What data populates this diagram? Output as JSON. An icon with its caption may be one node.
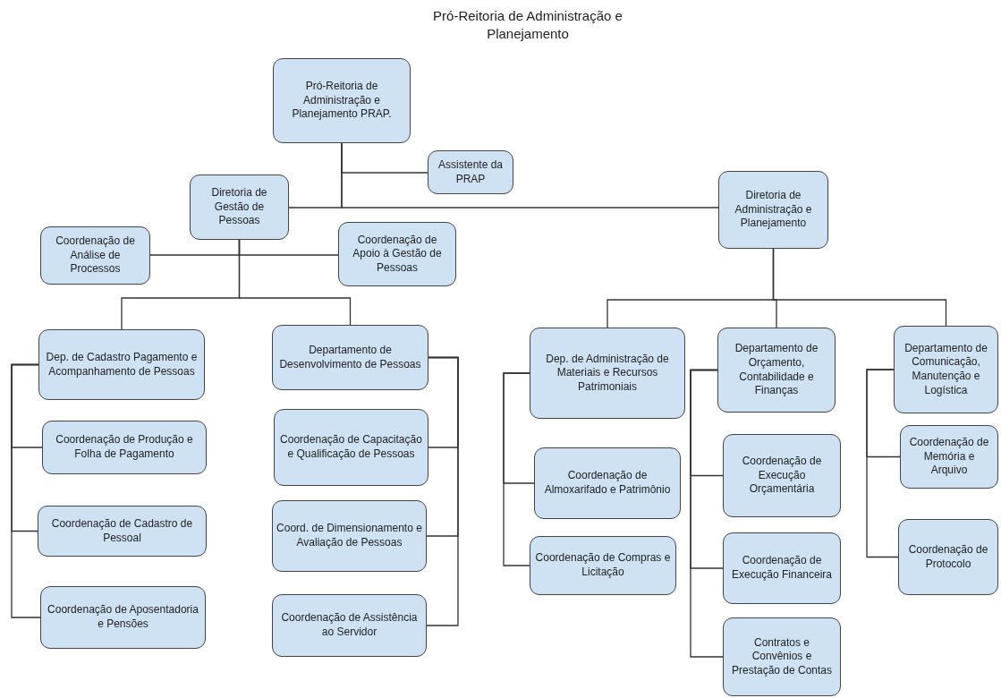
{
  "diagram": {
    "title": "Pró-Reitoria de Administração e Planejamento",
    "nodes": [
      {
        "text": [
          "Pró-Reitoria de Administração e Planejamento PRAP."
        ]
      },
      {
        "text": [
          "Assistente da PRAP"
        ]
      },
      {
        "text": [
          "Diretoria de Gestão de Pessoas"
        ]
      },
      {
        "text": [
          "Diretoria de Administração e Planejamento"
        ]
      },
      {
        "text": [
          "Coordenação de Análise de Processos"
        ]
      },
      {
        "text": [
          "Coordenação de Apoio à Gestão de Pessoas"
        ]
      },
      {
        "text": [
          "Dep. de Cadastro Pagamento e Acompanhamento de Pessoas"
        ]
      },
      {
        "text": [
          "Coordenação de Produção e Folha de Pagamento"
        ]
      },
      {
        "text": [
          "Coordenação de Cadastro de Pessoal"
        ]
      },
      {
        "text": [
          "Coordenação de Aposentadoria e Pensões"
        ]
      },
      {
        "text": [
          "Departamento de Desenvolvimento de Pessoas"
        ]
      },
      {
        "text": [
          "Coordenação de Capacitação e Qualificação de Pessoas"
        ]
      },
      {
        "text": [
          "Coord. de Dimensionamento e Avaliação de Pessoas"
        ]
      },
      {
        "text": [
          "Coordenação de Assistência ao Servidor"
        ]
      },
      {
        "text": [
          "Dep. de Administração de Materiais e Recursos Patrimoniais"
        ]
      },
      {
        "text": [
          "Departamento de Orçamento, Contabilidade e Finanças"
        ]
      },
      {
        "text": [
          "Coordenação de Almoxarifado e Patrimônio"
        ]
      },
      {
        "text": [
          "Coordenação de Compras e Licitação"
        ]
      },
      {
        "text": [
          "Coordenação de Execução Orçamentária"
        ]
      },
      {
        "text": [
          "Coordenação de Execução Financeira"
        ]
      },
      {
        "text": [
          "Contratos e Convênios e Prestação de Contas"
        ]
      },
      {
        "text": [
          "Departamento de Comunicação, Manutenção e Logística"
        ]
      },
      {
        "text": [
          "Coordenação de Memória e Arquivo"
        ]
      },
      {
        "text": [
          "Coordenação de Protocolo"
        ]
      }
    ],
    "edges": [
      {
        "from": 0,
        "to": 1,
        "arrow": "none"
      },
      {
        "from": 0,
        "to": 2,
        "arrow": "none"
      },
      {
        "from": 0,
        "to": 3,
        "arrow": "none"
      },
      {
        "from": 2,
        "to": 4,
        "arrow": "none"
      },
      {
        "from": 2,
        "to": 5,
        "arrow": "none"
      },
      {
        "from": 2,
        "to": 6,
        "arrow": "none"
      },
      {
        "from": 2,
        "to": 10,
        "arrow": "none"
      },
      {
        "from": 3,
        "to": 14,
        "arrow": "none"
      },
      {
        "from": 3,
        "to": 15,
        "arrow": "none"
      },
      {
        "from": 3,
        "to": 21,
        "arrow": "none"
      },
      {
        "from": 6,
        "to": 7,
        "arrow": "none"
      },
      {
        "from": 6,
        "to": 8,
        "arrow": "none"
      },
      {
        "from": 6,
        "to": 9,
        "arrow": "none"
      },
      {
        "from": 10,
        "to": 11,
        "arrow": "none"
      },
      {
        "from": 10,
        "to": 12,
        "arrow": "none"
      },
      {
        "from": 10,
        "to": 13,
        "arrow": "none"
      },
      {
        "from": 14,
        "to": 16,
        "arrow": "none"
      },
      {
        "from": 14,
        "to": 17,
        "arrow": "none"
      },
      {
        "from": 15,
        "to": 18,
        "arrow": "none"
      },
      {
        "from": 15,
        "to": 19,
        "arrow": "none"
      },
      {
        "from": 15,
        "to": 20,
        "arrow": "none"
      },
      {
        "from": 21,
        "to": 22,
        "arrow": "none"
      },
      {
        "from": 21,
        "to": 23,
        "arrow": "none"
      }
    ]
  }
}
